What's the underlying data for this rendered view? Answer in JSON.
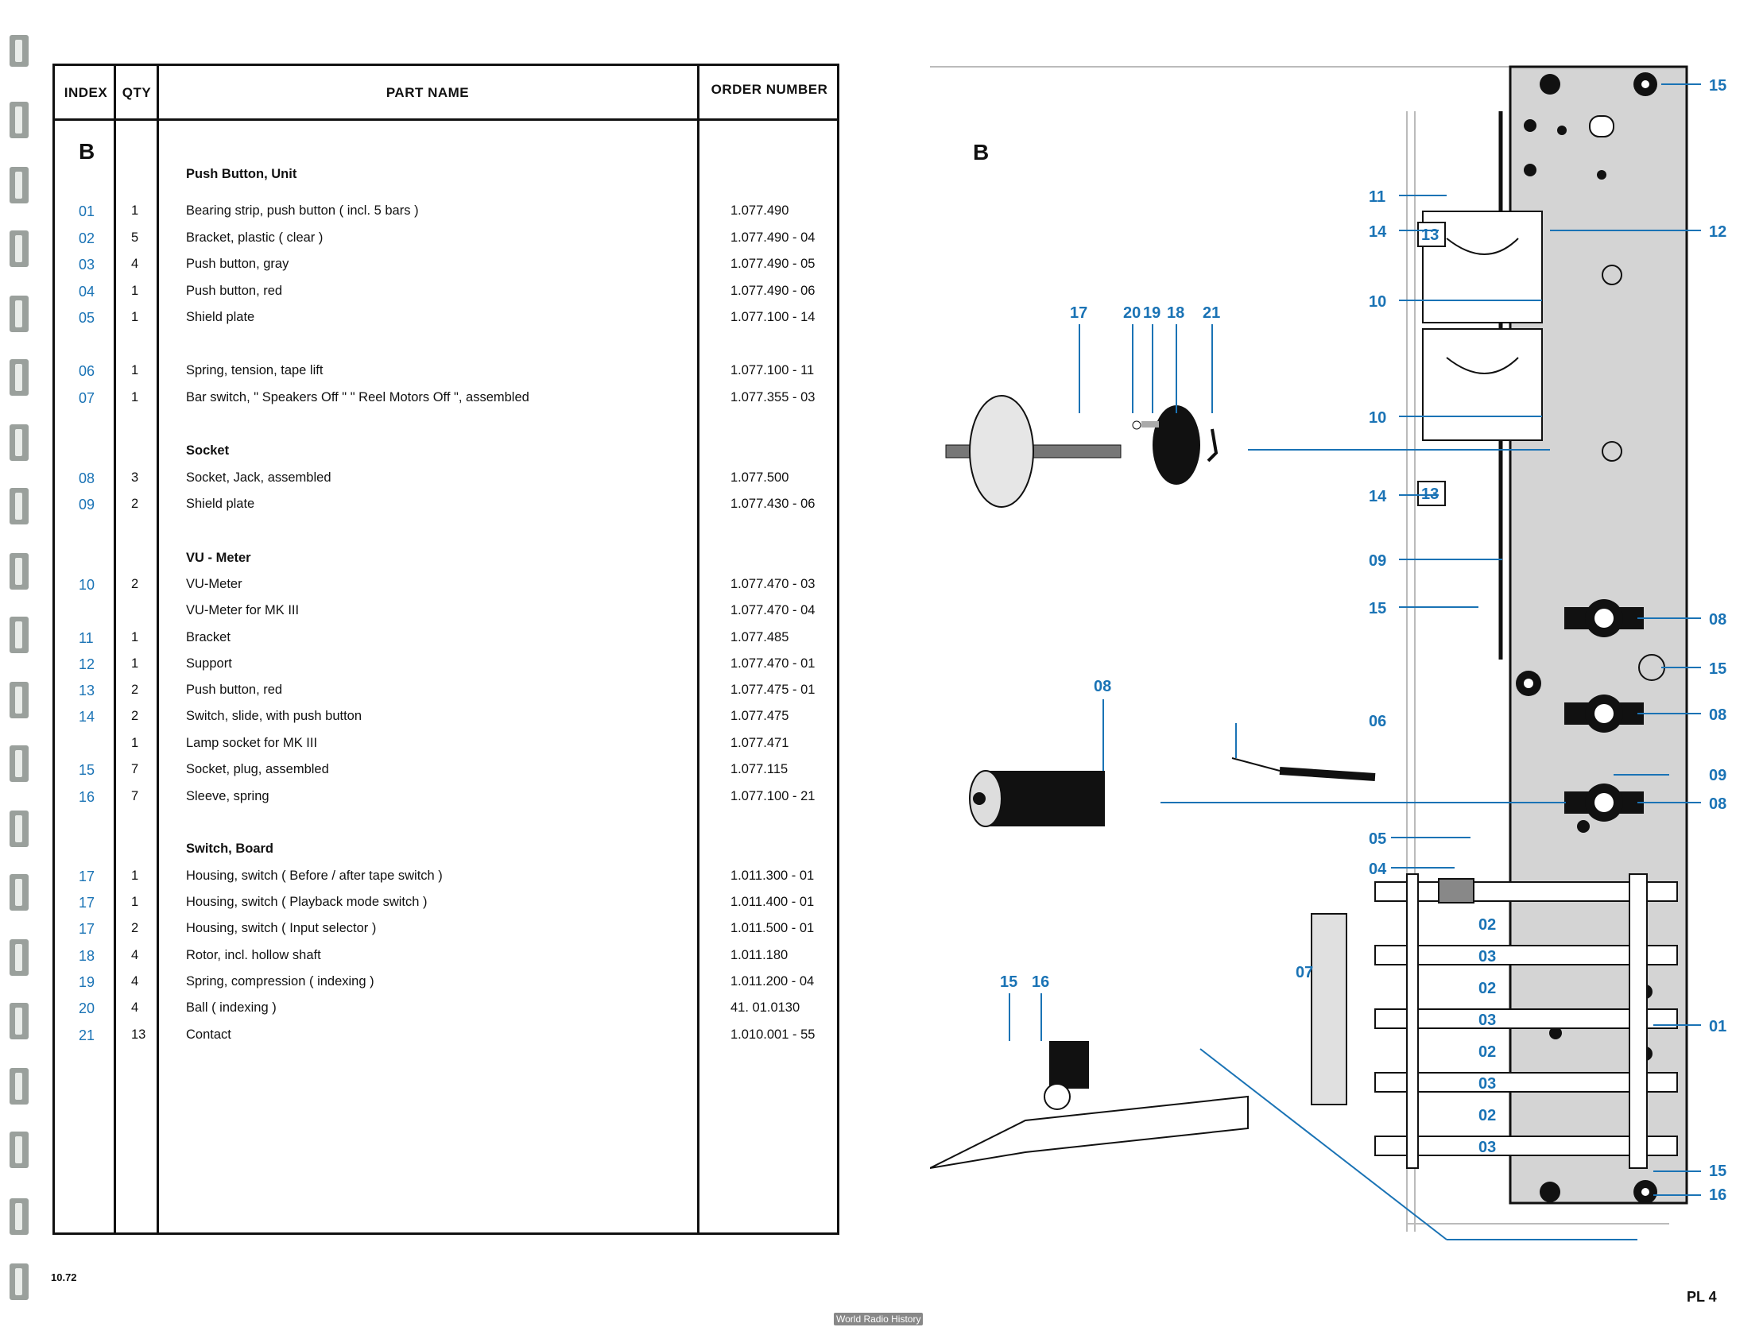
{
  "table": {
    "headers": {
      "index": "INDEX",
      "qty": "QTY",
      "part_name": "PART NAME",
      "order_number": "ORDER NUMBER"
    },
    "section": "B",
    "rows": [
      {
        "index": "",
        "qty": "",
        "name": "Push Button, Unit",
        "order": "",
        "heading": true
      },
      {
        "index": "01",
        "qty": "1",
        "name": "Bearing strip, push button ( incl. 5 bars )",
        "order": "1.077.490"
      },
      {
        "index": "02",
        "qty": "5",
        "name": "Bracket, plastic ( clear )",
        "order": "1.077.490 - 04"
      },
      {
        "index": "03",
        "qty": "4",
        "name": "Push button, gray",
        "order": "1.077.490 - 05"
      },
      {
        "index": "04",
        "qty": "1",
        "name": "Push button, red",
        "order": "1.077.490 - 06"
      },
      {
        "index": "05",
        "qty": "1",
        "name": "Shield plate",
        "order": "1.077.100 - 14"
      },
      {
        "index": "06",
        "qty": "1",
        "name": "Spring, tension, tape lift",
        "order": "1.077.100 - 11"
      },
      {
        "index": "07",
        "qty": "1",
        "name": "Bar switch, \" Speakers Off \" \" Reel Motors Off \", assembled",
        "order": "1.077.355 - 03"
      },
      {
        "index": "",
        "qty": "",
        "name": "Socket",
        "order": "",
        "heading": true
      },
      {
        "index": "08",
        "qty": "3",
        "name": "Socket, Jack, assembled",
        "order": "1.077.500"
      },
      {
        "index": "09",
        "qty": "2",
        "name": "Shield plate",
        "order": "1.077.430 - 06"
      },
      {
        "index": "",
        "qty": "",
        "name": "VU - Meter",
        "order": "",
        "heading": true
      },
      {
        "index": "10",
        "qty": "2",
        "name": "VU-Meter",
        "order": "1.077.470 - 03"
      },
      {
        "index": "",
        "qty": "",
        "name": "VU-Meter for MK III",
        "order": "1.077.470 - 04"
      },
      {
        "index": "11",
        "qty": "1",
        "name": "Bracket",
        "order": "1.077.485"
      },
      {
        "index": "12",
        "qty": "1",
        "name": "Support",
        "order": "1.077.470 - 01"
      },
      {
        "index": "13",
        "qty": "2",
        "name": "Push button, red",
        "order": "1.077.475 - 01"
      },
      {
        "index": "14",
        "qty": "2",
        "name": "Switch, slide, with push button",
        "order": "1.077.475"
      },
      {
        "index": "",
        "qty": "1",
        "name": "Lamp socket for MK III",
        "order": "1.077.471"
      },
      {
        "index": "15",
        "qty": "7",
        "name": "Socket, plug, assembled",
        "order": "1.077.115"
      },
      {
        "index": "16",
        "qty": "7",
        "name": "Sleeve, spring",
        "order": "1.077.100 - 21"
      },
      {
        "index": "",
        "qty": "",
        "name": "Switch, Board",
        "order": "",
        "heading": true
      },
      {
        "index": "17",
        "qty": "1",
        "name": "Housing, switch ( Before / after tape switch )",
        "order": "1.011.300 - 01"
      },
      {
        "index": "17",
        "qty": "1",
        "name": "Housing, switch ( Playback mode switch )",
        "order": "1.011.400 - 01"
      },
      {
        "index": "17",
        "qty": "2",
        "name": "Housing, switch ( Input selector )",
        "order": "1.011.500 - 01"
      },
      {
        "index": "18",
        "qty": "4",
        "name": "Rotor, incl. hollow shaft",
        "order": "1.011.180"
      },
      {
        "index": "19",
        "qty": "4",
        "name": "Spring, compression ( indexing )",
        "order": "1.011.200 - 04"
      },
      {
        "index": "20",
        "qty": "4",
        "name": "Ball ( indexing )",
        "order": "41. 01.0130"
      },
      {
        "index": "21",
        "qty": "13",
        "name": "Contact",
        "order": "1.010.001 - 55"
      }
    ]
  },
  "diagram": {
    "section_label": "B",
    "callouts": [
      "01",
      "02",
      "03",
      "04",
      "05",
      "06",
      "07",
      "08",
      "09",
      "10",
      "11",
      "12",
      "13",
      "14",
      "15",
      "16",
      "17",
      "18",
      "19",
      "20",
      "21"
    ]
  },
  "footer": {
    "date": "10.72",
    "plate": "PL 4",
    "watermark": "World Radio History"
  },
  "colors": {
    "callout": "#1a73b5",
    "panel": "#d4d4d4",
    "ink": "#111111"
  }
}
